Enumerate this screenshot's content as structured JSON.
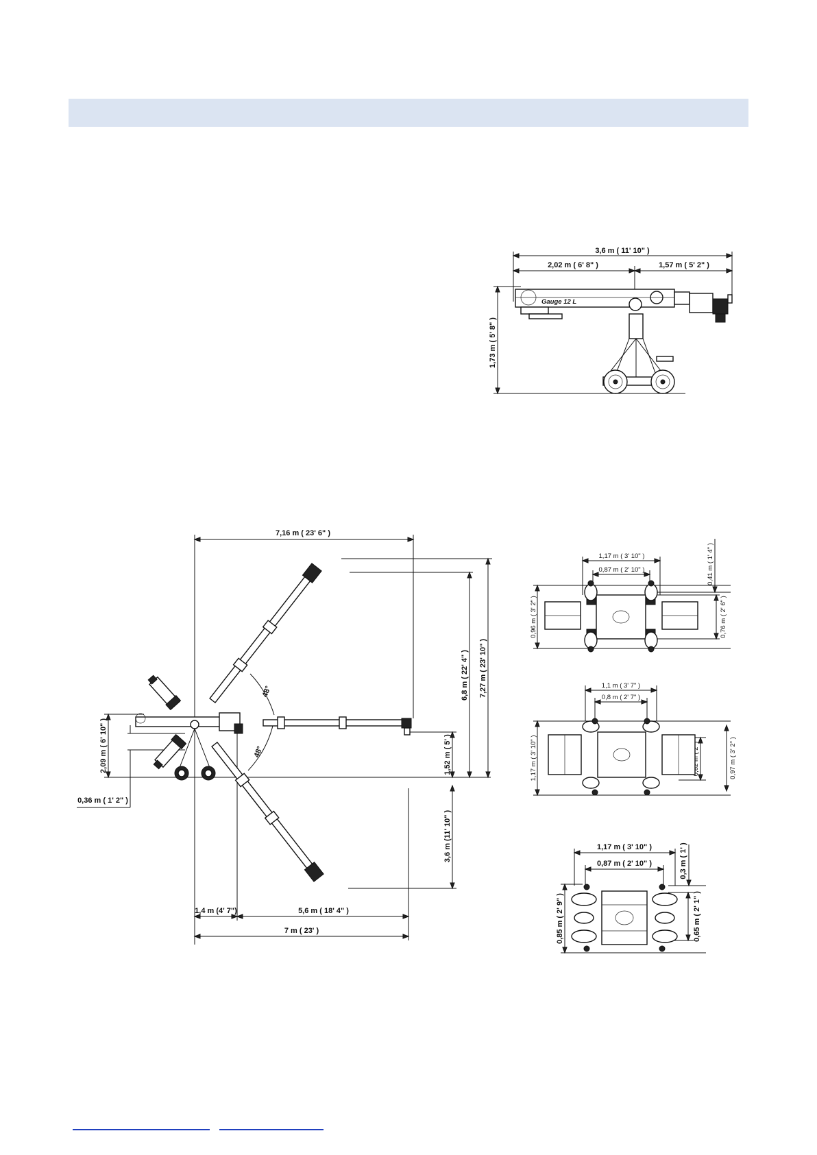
{
  "header_band": {
    "color": "#dbe4f2"
  },
  "side_view": {
    "overall_length": "3,6 m ( 11' 10\" )",
    "front_section": "2,02 m ( 6' 8\" )",
    "rear_section": "1,57 m ( 5' 2\" )",
    "height": "1,73 m ( 5' 8\" )",
    "brand_mark": "Gauge 12 L"
  },
  "top_view": {
    "total_width": "7,16 m ( 23' 6\" )",
    "reach_height": "6,8 m ( 22' 4\" )",
    "total_height": "7,27 m ( 23' 10\" )",
    "angle_upper": "48°",
    "angle_lower": "48°",
    "side_height": "2,09 m ( 6' 10\" )",
    "offset": "0,36 m ( 1' 2\" )",
    "arm_offset": "1,52 m ( 5' )",
    "lower_reach": "3,6 m (11' 10\" )",
    "tail_length": "1,4 m (4' 7\")",
    "arm_length": "5,6 m ( 18' 4\" )",
    "overall_length": "7 m ( 23' )"
  },
  "base_1": {
    "outer_width": "1,17 m ( 3' 10\" )",
    "inner_width": "0,87 m ( 2' 10\" )",
    "wheel_offset": "0,41 m ( 1' 4\" )",
    "outer_depth": "0,96 m ( 3' 2\" )",
    "inner_depth": "0,76 m ( 2' 6\" )"
  },
  "base_2": {
    "outer_width": "1,1 m ( 3' 7\" )",
    "inner_width": "0,8 m ( 2' 7\" )",
    "outer_depth": "1,17 m ( 3' 10\" )",
    "inner_depth": "0,62 m ( 2' )",
    "track_depth": "0,97 m ( 3' 2\" )"
  },
  "base_3": {
    "outer_width": "1,17 m ( 3' 10\" )",
    "inner_width": "0,87 m ( 2' 10\" )",
    "wheel_offset": "0,3 m ( 1' )",
    "outer_depth": "0,85 m ( 2' 9\" )",
    "inner_depth": "0,65 m ( 2' 1\" )"
  },
  "footer": {
    "link_color": "#1f3fbf"
  }
}
